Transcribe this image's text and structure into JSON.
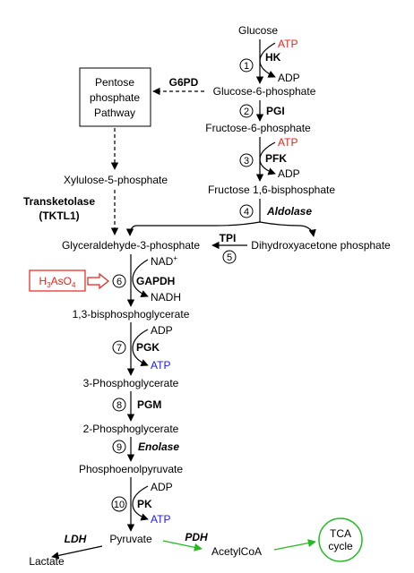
{
  "metabolites": {
    "glucose": "Glucose",
    "g6p": "Glucose-6-phosphate",
    "f6p": "Fructose-6-phosphate",
    "f16bp": "Fructose 1,6-bisphosphate",
    "g3p": "Glyceraldehyde-3-phosphate",
    "dhap": "Dihydroxyacetone phosphate",
    "bpg13": "1,3-bisphosphoglycerate",
    "pg3": "3-Phosphoglycerate",
    "pg2": "2-Phosphoglycerate",
    "pep": "Phosphoenolpyruvate",
    "pyruvate": "Pyruvate",
    "lactate": "Lactate",
    "acetylcoa": "AcetylCoA",
    "x5p": "Xylulose-5-phosphate"
  },
  "ppp": {
    "line1": "Pentose",
    "line2": "phosphate",
    "line3": "Pathway"
  },
  "enzymes": {
    "hk": "HK",
    "pgi": "PGI",
    "pfk": "PFK",
    "aldolase": "Aldolase",
    "tpi": "TPI",
    "gapdh": "GAPDH",
    "pgk": "PGK",
    "pgm": "PGM",
    "enolase": "Enolase",
    "pk": "PK",
    "ldh": "LDH",
    "pdh": "PDH",
    "g6pd": "G6PD",
    "transketolase": "Transketolase",
    "tktl1": "(TKTL1)"
  },
  "cofactors": {
    "atp": "ATP",
    "adp": "ADP",
    "nad": "NAD",
    "nad_sup": "+",
    "nadh": "NADH"
  },
  "steps": [
    "1",
    "2",
    "3",
    "4",
    "5",
    "6",
    "7",
    "8",
    "9",
    "10"
  ],
  "inhibitor": {
    "main": "H",
    "sub1": "3",
    "mid": "AsO",
    "sub2": "4"
  },
  "tca": {
    "line1": "TCA",
    "line2": "cycle"
  },
  "colors": {
    "consumed_atp": "#e8211b",
    "produced_atp": "#1a1aff",
    "inhibitor": "#e8211b",
    "tca_path": "#22bb22"
  }
}
